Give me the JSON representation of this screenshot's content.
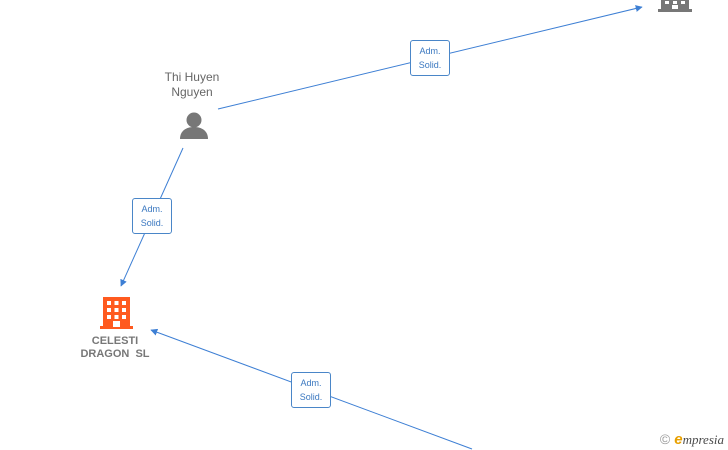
{
  "nodes": {
    "person": {
      "name_line1": "Thi Huyen",
      "name_line2": "Nguyen",
      "icon": "person-icon"
    },
    "company_main": {
      "name_line1": "CELESTI",
      "name_line2": "DRAGON  SL",
      "icon": "building-icon",
      "color": "#ff5a1f"
    },
    "company_partial": {
      "icon": "building-icon",
      "color": "#777777"
    }
  },
  "edges": [
    {
      "label_line1": "Adm.",
      "label_line2": "Solid."
    },
    {
      "label_line1": "Adm.",
      "label_line2": "Solid."
    },
    {
      "label_line1": "Adm.",
      "label_line2": "Solid."
    }
  ],
  "colors": {
    "edge": "#3d7fd4",
    "person_icon": "#777777"
  },
  "watermark": {
    "copyright": "©",
    "brand_first": "e",
    "brand_rest": "mpresia"
  }
}
